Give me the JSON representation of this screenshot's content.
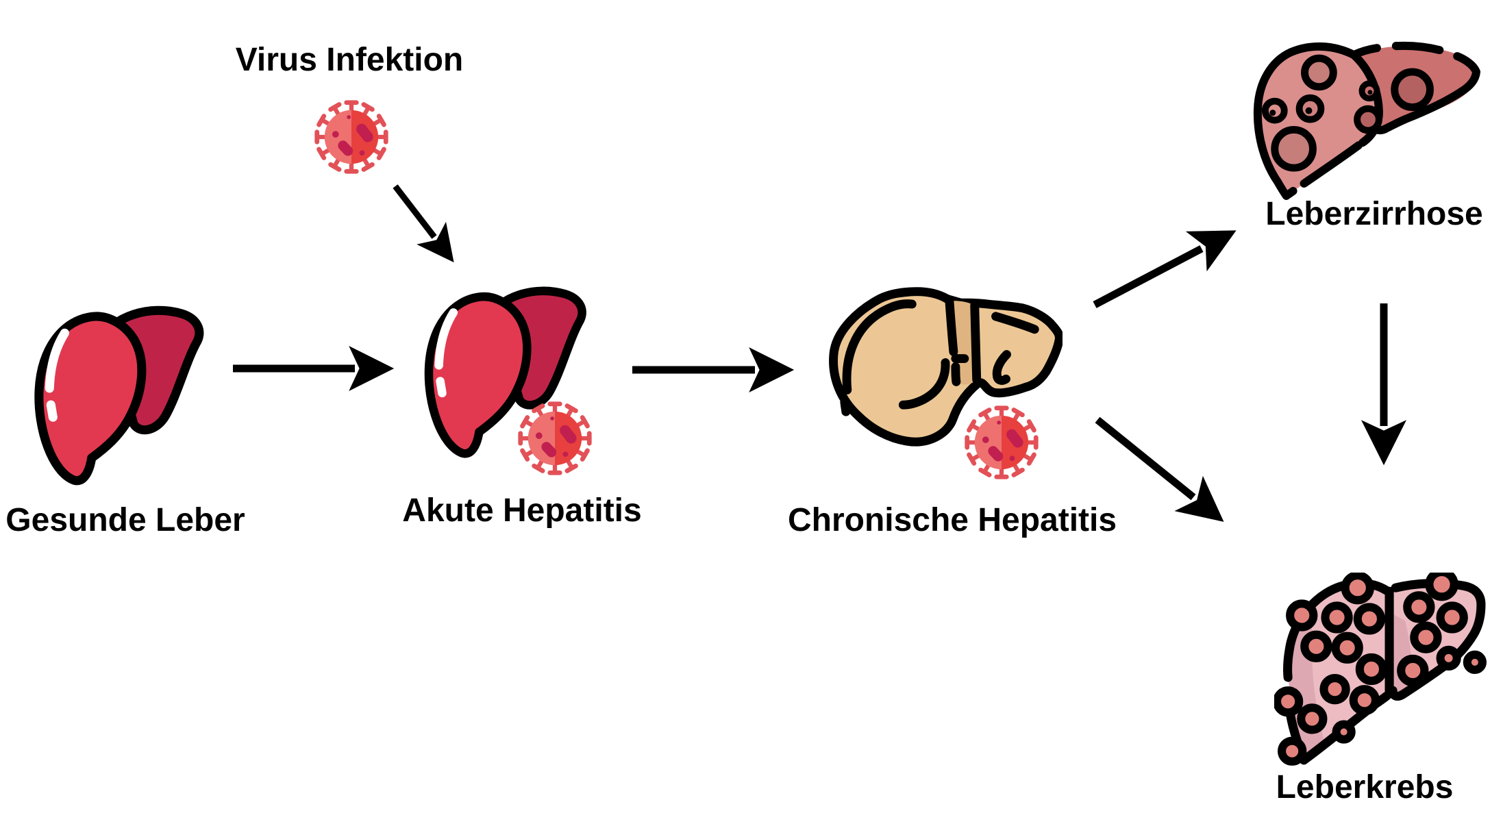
{
  "diagram": {
    "type": "flow-diagram",
    "language": "de",
    "topic": "Progression of viral liver disease",
    "nodes": {
      "virus_infection": {
        "label": "Virus Infektion",
        "icon": "virus-icon"
      },
      "healthy_liver": {
        "label": "Gesunde Leber",
        "icon": "healthy-liver-icon"
      },
      "acute_hepatitis": {
        "label": "Akute Hepatitis",
        "icon": "red-liver-with-virus-icon"
      },
      "chronic_hepatitis": {
        "label": "Chronische Hepatitis",
        "icon": "tan-liver-with-virus-icon"
      },
      "cirrhosis": {
        "label": "Leberzirrhose",
        "icon": "nodular-liver-icon"
      },
      "cancer": {
        "label": "Leberkrebs",
        "icon": "tumor-liver-icon"
      }
    },
    "edges": [
      {
        "from": "healthy_liver",
        "to": "acute_hepatitis"
      },
      {
        "from": "virus_infection",
        "to": "acute_hepatitis"
      },
      {
        "from": "acute_hepatitis",
        "to": "chronic_hepatitis"
      },
      {
        "from": "chronic_hepatitis",
        "to": "cirrhosis"
      },
      {
        "from": "chronic_hepatitis",
        "to": "cancer"
      },
      {
        "from": "cirrhosis",
        "to": "cancer"
      }
    ]
  },
  "colors": {
    "background": "#ffffff",
    "text": "#000000",
    "arrow": "#000000",
    "outline": "#000000",
    "healthy_liver_main": "#e23950",
    "healthy_liver_right_lobe": "#bf2448",
    "liver_highlight": "#ffffff",
    "chronic_liver_fill": "#ecc795",
    "chronic_liver_channel": "#dfb480",
    "cirrhosis_left_lobe": "#da8f8d",
    "cirrhosis_right_lobe": "#cb7170",
    "cirrhosis_nodule_left": "#c67e7b",
    "cirrhosis_nodule_right": "#b46261",
    "cancer_liver_fill": "#ecbcc2",
    "cancer_liver_shadow": "#dda8b2",
    "cancer_tumor_fill": "#e2827d",
    "virus_body": "#e7403e",
    "virus_body_light": "#ee7170",
    "virus_spike": "#e25157",
    "virus_blob": "#c01f4f"
  }
}
